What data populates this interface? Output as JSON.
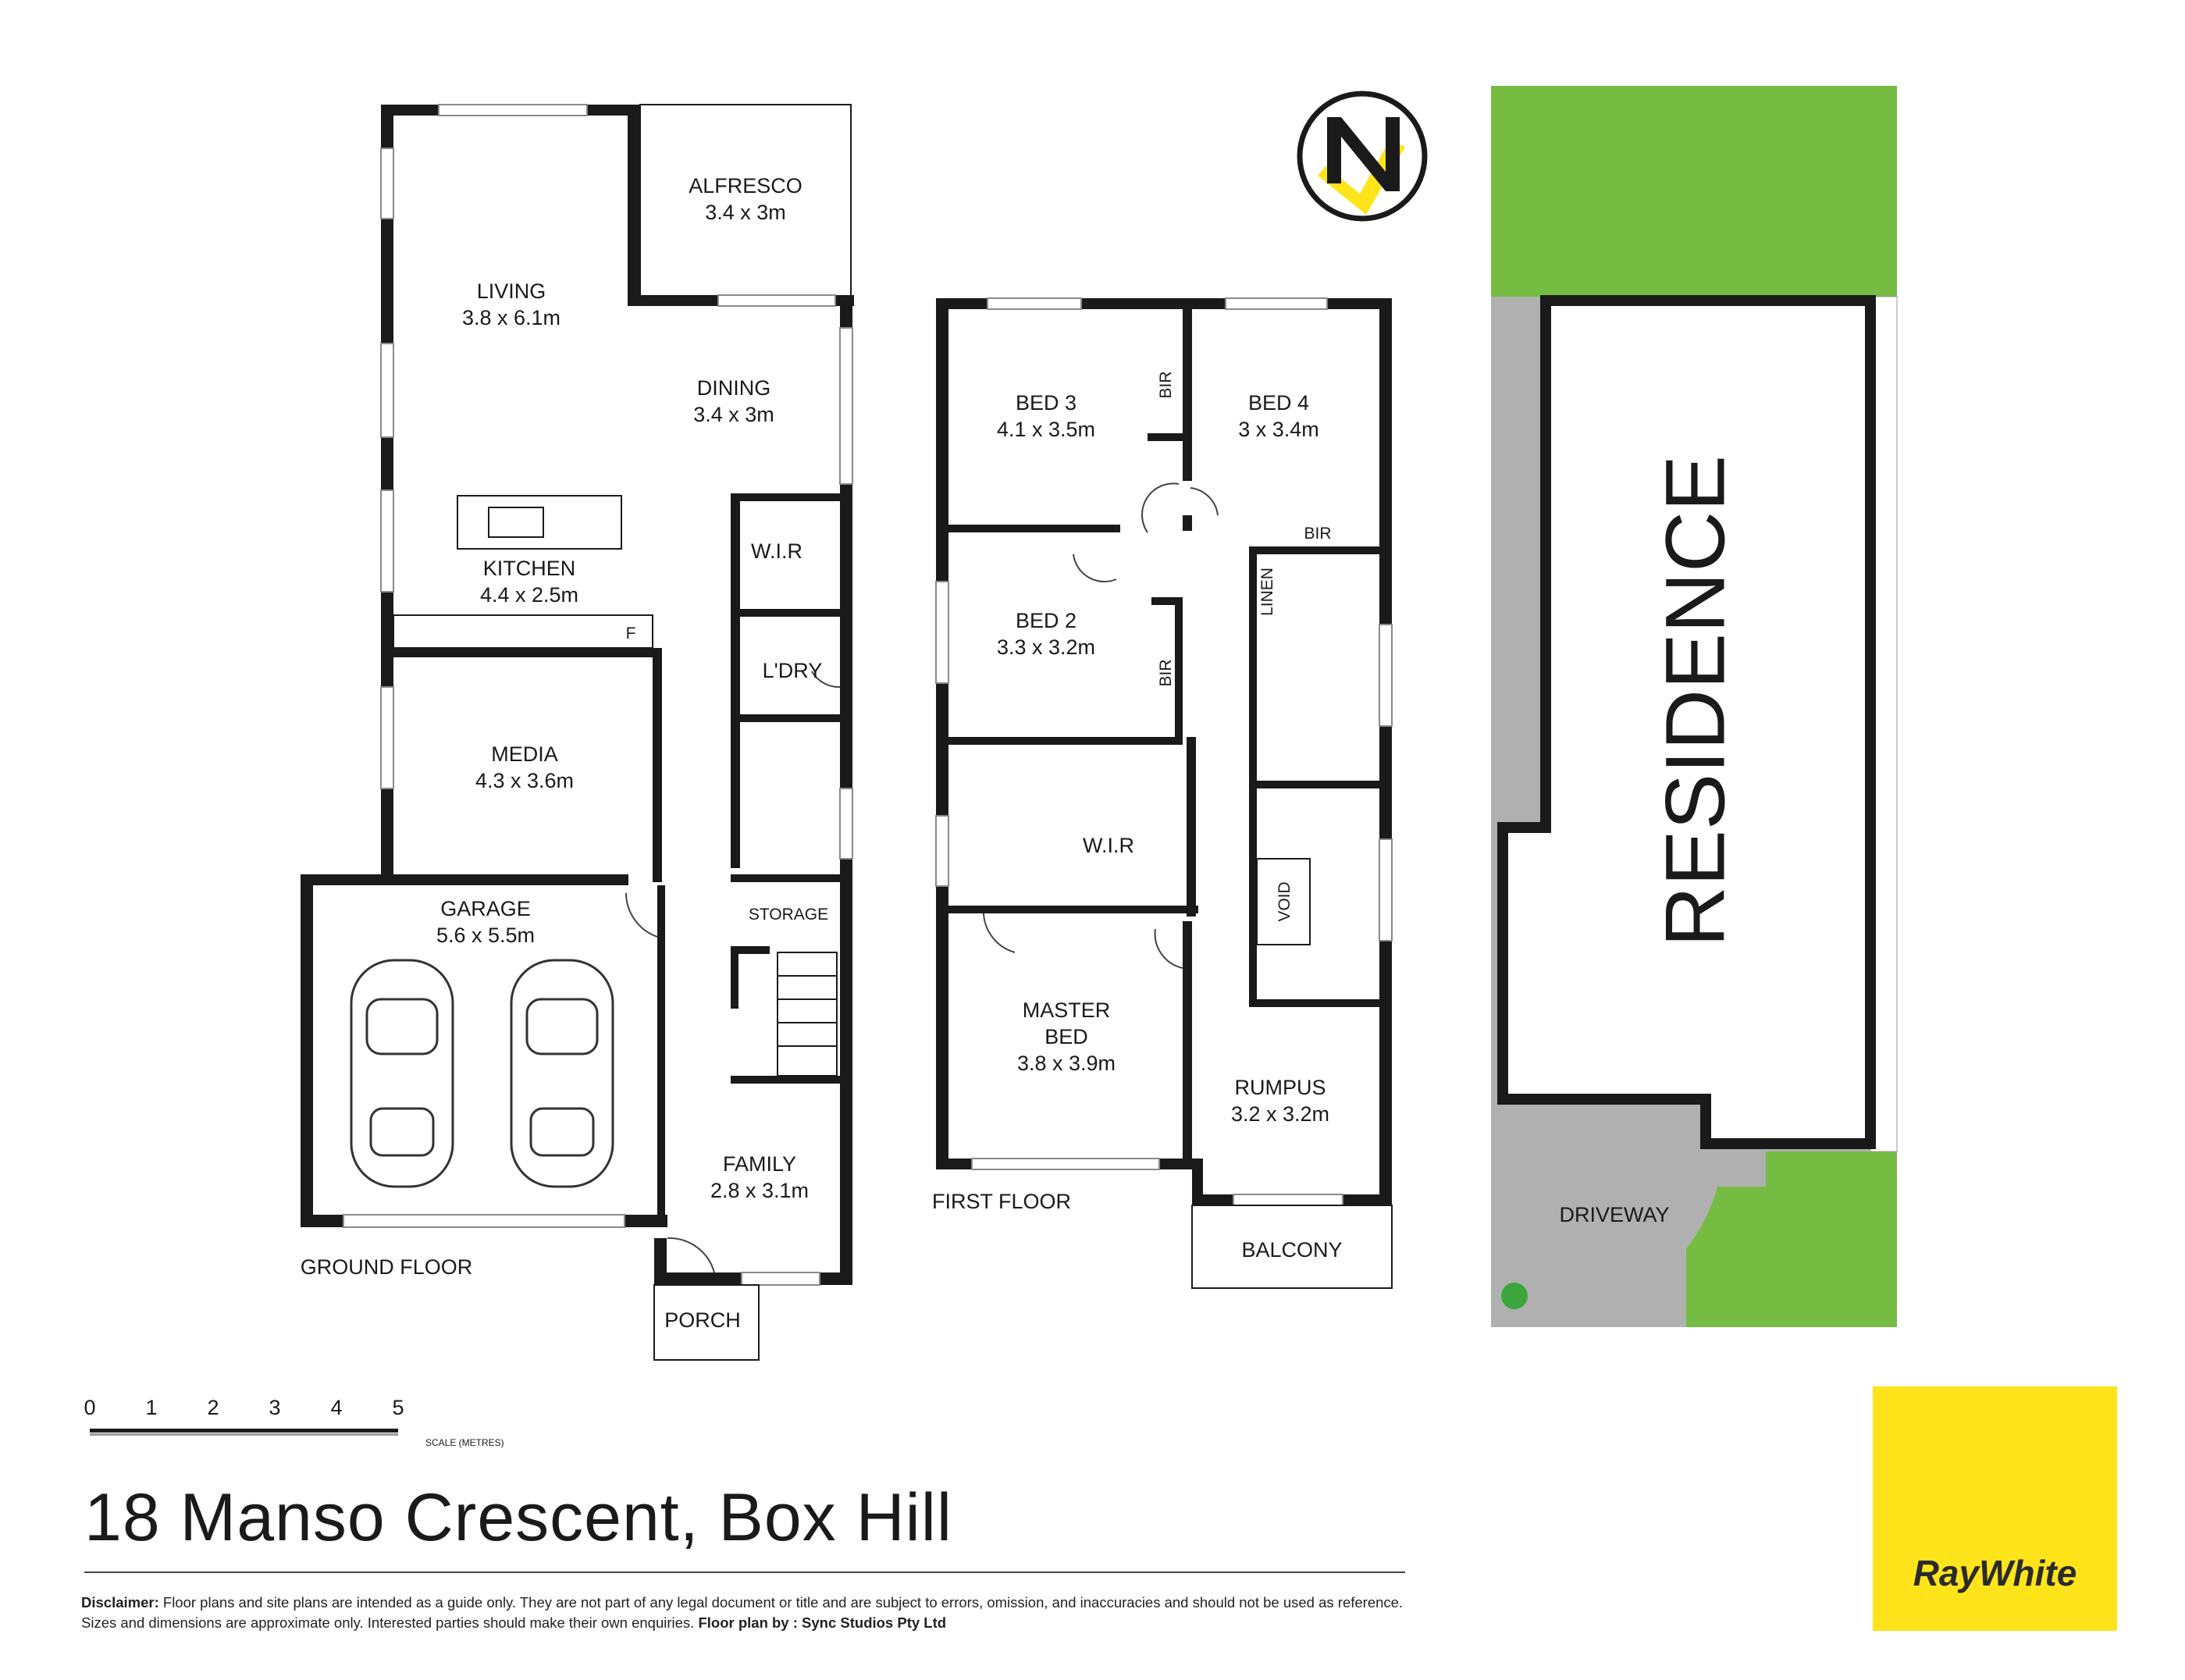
{
  "floorplan": {
    "address": "18 Manso Crescent, Box Hill",
    "ground_floor_label": "GROUND FLOOR",
    "first_floor_label": "FIRST FLOOR",
    "rooms_ground": {
      "alfresco": {
        "name": "ALFRESCO",
        "size": "3.4 x 3m"
      },
      "living": {
        "name": "LIVING",
        "size": "3.8 x 6.1m"
      },
      "dining": {
        "name": "DINING",
        "size": "3.4 x 3m"
      },
      "kitchen": {
        "name": "KITCHEN",
        "size": "4.4 x 2.5m"
      },
      "wir": {
        "name": "W.I.R"
      },
      "laundry": {
        "name": "L'DRY"
      },
      "fridge": {
        "name": "F"
      },
      "media": {
        "name": "MEDIA",
        "size": "4.3 x 3.6m"
      },
      "garage": {
        "name": "GARAGE",
        "size": "5.6 x 5.5m"
      },
      "storage": {
        "name": "STORAGE"
      },
      "family": {
        "name": "FAMILY",
        "size": "2.8 x 3.1m"
      },
      "porch": {
        "name": "PORCH"
      }
    },
    "rooms_first": {
      "bed3": {
        "name": "BED 3",
        "size": "4.1 x 3.5m"
      },
      "bed4": {
        "name": "BED 4",
        "size": "3 x 3.4m"
      },
      "bed2": {
        "name": "BED 2",
        "size": "3.3 x 3.2m"
      },
      "bir": {
        "name": "BIR"
      },
      "linen": {
        "name": "LINEN"
      },
      "wir": {
        "name": "W.I.R"
      },
      "void": {
        "name": "VOID"
      },
      "master_line1": "MASTER",
      "master_line2": "BED",
      "master_size": "3.8 x 3.9m",
      "rumpus": {
        "name": "RUMPUS",
        "size": "3.2 x 3.2m"
      },
      "balcony": {
        "name": "BALCONY"
      }
    },
    "site": {
      "residence": "RESIDENCE",
      "driveway": "DRIVEWAY"
    },
    "scale": {
      "ticks": [
        "0",
        "1",
        "2",
        "3",
        "4",
        "5"
      ],
      "label": "SCALE (METRES)"
    },
    "compass_icon": "north-arrow-icon"
  },
  "disclaimer": {
    "label": "Disclaimer:",
    "text": "Floor plans and site plans are intended as a guide only. They are not part of any legal document or title and are subject to errors, omission, and inaccuracies and should not be used as reference. Sizes and dimensions are approximate only. Interested parties should make their own enquiries.",
    "credit": "Floor plan by : Sync Studios Pty Ltd"
  },
  "brand": {
    "name": "RayWhite",
    "colors": {
      "brand_yellow": "#ffe41c",
      "lawn_green": "#76bc43",
      "paving_gray": "#b0b0b0",
      "wall": "#1a1a1a"
    }
  }
}
